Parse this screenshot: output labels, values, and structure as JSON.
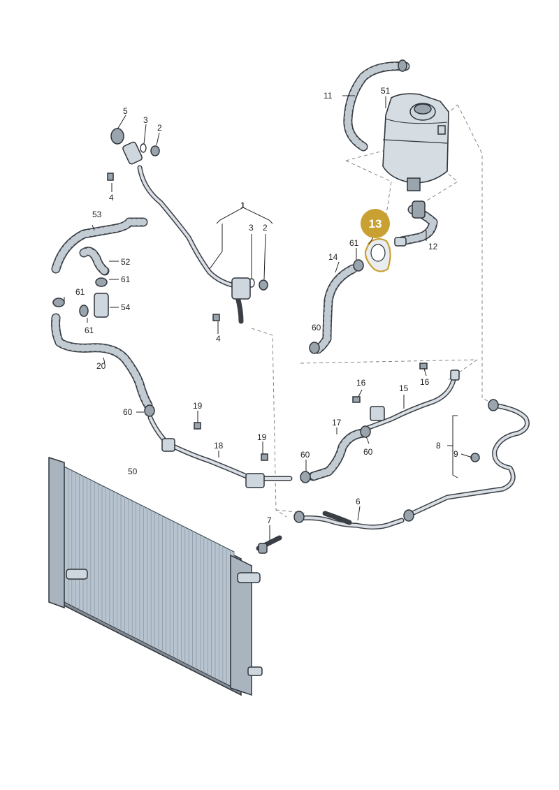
{
  "diagram": {
    "highlight_label": "13",
    "highlight_color": "#c9a032",
    "line_color": "#3a3f46",
    "part_fill": "#cfd7de",
    "labels": {
      "p1": "1",
      "p2a": "2",
      "p2b": "2",
      "p3a": "3",
      "p3b": "3",
      "p4a": "4",
      "p4b": "4",
      "p5": "5",
      "p6": "6",
      "p7": "7",
      "p8": "8",
      "p9": "9",
      "p11": "11",
      "p12": "12",
      "p14": "14",
      "p15": "15",
      "p16a": "16",
      "p16b": "16",
      "p17": "17",
      "p18": "18",
      "p19a": "19",
      "p19b": "19",
      "p20": "20",
      "p50": "50",
      "p51": "51",
      "p52": "52",
      "p53": "53",
      "p54": "54",
      "p60a": "60",
      "p60b": "60",
      "p60c": "60",
      "p60d": "60",
      "p61a": "61",
      "p61b": "61",
      "p61c": "61",
      "p61d": "61"
    }
  }
}
